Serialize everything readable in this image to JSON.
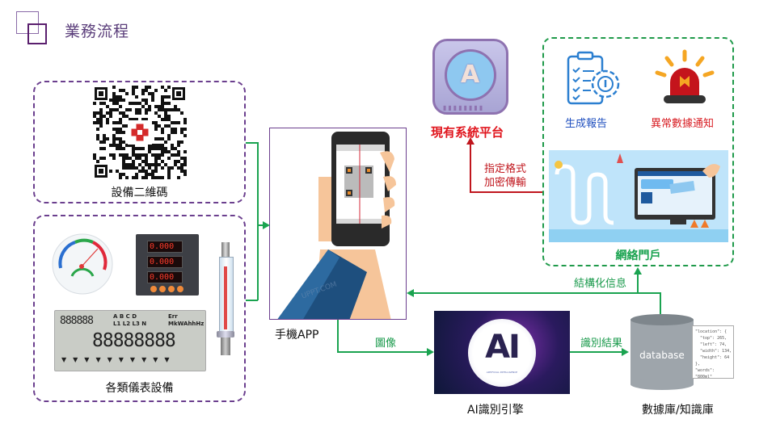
{
  "header": {
    "title": "業務流程"
  },
  "nodes": {
    "qr_code": {
      "label": "設備二維碼"
    },
    "meters": {
      "label": "各類儀表設備",
      "meter_readings": [
        "0.000",
        "0.000",
        "0.000"
      ],
      "lcd_top_digits": "888888",
      "lcd_phase_labels": "A B C D",
      "lcd_line_labels": "L1 L2 L3 N",
      "lcd_units": "MkWAhhHz",
      "lcd_err": "Err",
      "lcd_main_digits": "88888888"
    },
    "phone_app": {
      "label": "手機APP",
      "watermark": "UPPT.COM"
    },
    "ai_engine": {
      "label": "AI識別引擎",
      "logo_text": "AI",
      "logo_subtext": "ARTIFICIAL INTELLIGENCE"
    },
    "database": {
      "label": "數據庫/知識庫",
      "cylinder_text": "database",
      "json_sample": [
        "\"location\": {",
        "  \"top\": 265,",
        "  \"left\": 74,",
        "  \"width\": 134,",
        "  \"height\": 64",
        "},",
        "\"words\": \"800ml\""
      ]
    },
    "existing_platform": {
      "label": "現有系統平台"
    },
    "portal": {
      "label": "網絡門戶",
      "report_label": "生成報告",
      "alert_label": "異常數據通知"
    }
  },
  "edges": {
    "image": "圖像",
    "recognition_result": "識別結果",
    "structured_info": "結構化信息",
    "encrypted_transfer_line1": "指定格式",
    "encrypted_transfer_line2": "加密傳輸"
  },
  "colors": {
    "primary_purple": "#6b3f8e",
    "flow_green": "#1aa350",
    "alert_red": "#c0161d",
    "report_blue": "#1f4fbf"
  }
}
